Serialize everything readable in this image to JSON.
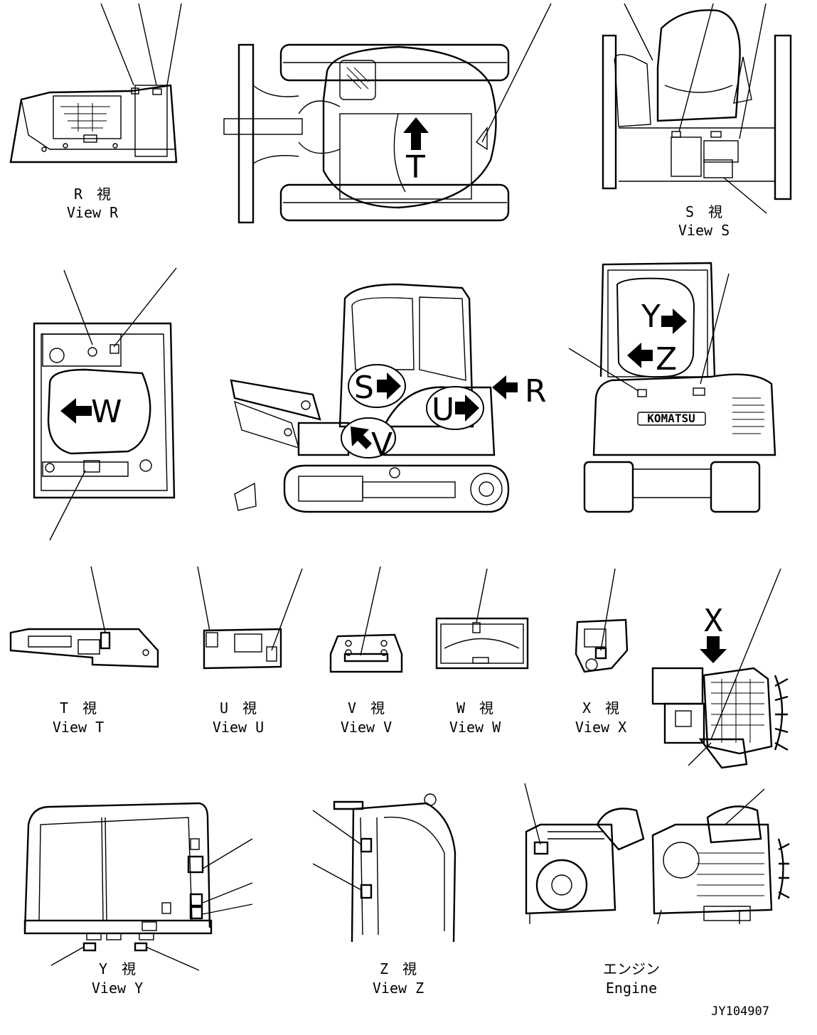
{
  "views": {
    "r": {
      "jp": "R　視",
      "en": "View R"
    },
    "s": {
      "jp": "S　視",
      "en": "View S"
    },
    "t": {
      "jp": "T　視",
      "en": "View T"
    },
    "u": {
      "jp": "U　視",
      "en": "View U"
    },
    "v": {
      "jp": "V　視",
      "en": "View V"
    },
    "w": {
      "jp": "W　視",
      "en": "View W"
    },
    "x": {
      "jp": "X　視",
      "en": "View X"
    },
    "y": {
      "jp": "Y　視",
      "en": "View Y"
    },
    "z": {
      "jp": "Z　視",
      "en": "View Z"
    },
    "engine": {
      "jp": "エンジン",
      "en": "Engine"
    }
  },
  "markers": {
    "t": "T",
    "w": "W",
    "s": "S",
    "u": "U",
    "v": "V",
    "r": "R",
    "y": "Y",
    "z": "Z",
    "x": "X"
  },
  "brand": "KOMATSU",
  "drawing_id": "JY104907"
}
